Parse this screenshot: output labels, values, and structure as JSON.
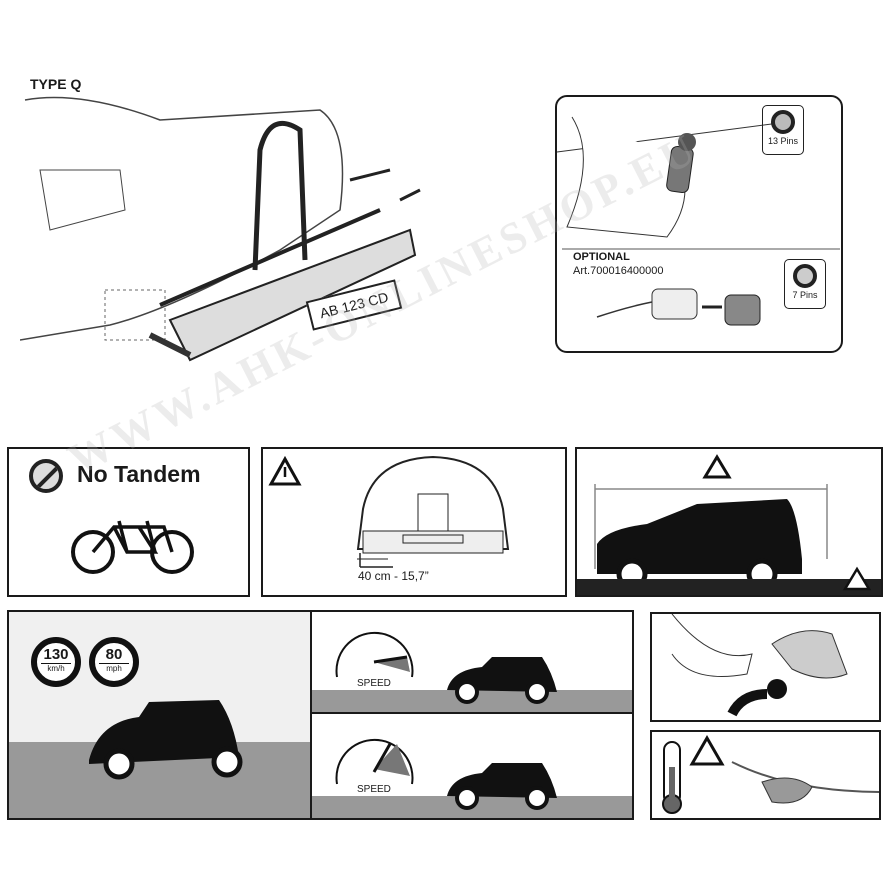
{
  "top_left": {
    "title": "TYPE Q",
    "license_plate": "AB 123 CD"
  },
  "connector_panel": {
    "pins_13": "13 Pins",
    "optional_label": "OPTIONAL",
    "article": "Art.700016400000",
    "pins_7": "7 Pins"
  },
  "no_tandem": {
    "label": "No Tandem"
  },
  "distance": {
    "label": "40 cm - 15,7”"
  },
  "speed": {
    "kmh_value": "130",
    "kmh_unit": "km/h",
    "mph_value": "80",
    "mph_unit": "mph",
    "gauge_label_1": "SPEED",
    "gauge_label_2": "SPEED"
  },
  "watermark": "WWW.AHK-ONLINESHOP.EU"
}
